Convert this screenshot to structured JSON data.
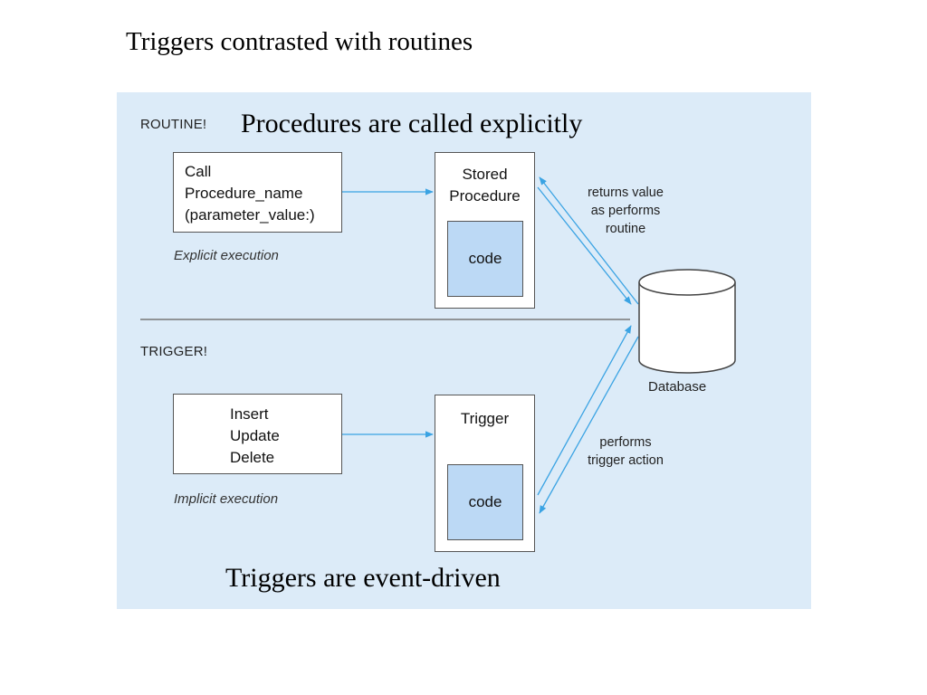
{
  "slide": {
    "title": "Triggers contrasted with routines"
  },
  "routine": {
    "section_label": "ROUTINE!",
    "caption": "Procedures are called explicitly",
    "call_box_lines": [
      "Call",
      "Procedure_name",
      "(parameter_value:)"
    ],
    "note": "Explicit execution",
    "procedure_box_lines": [
      "Stored",
      "Procedure"
    ],
    "code_label": "code",
    "arrow_note_lines": [
      "returns value",
      "as performs",
      "routine"
    ]
  },
  "trigger": {
    "section_label": "TRIGGER!",
    "caption": "Triggers are event-driven",
    "event_box_lines": [
      "Insert",
      "Update",
      "Delete"
    ],
    "note": "Implicit execution",
    "trigger_box_title": "Trigger",
    "code_label": "code",
    "arrow_note_lines": [
      "performs",
      "trigger action"
    ]
  },
  "database": {
    "label": "Database"
  },
  "colors": {
    "panel_background": "#dcebf8",
    "code_fill": "#bcd9f5",
    "arrow": "#3aa3e3",
    "divider": "#777777"
  }
}
